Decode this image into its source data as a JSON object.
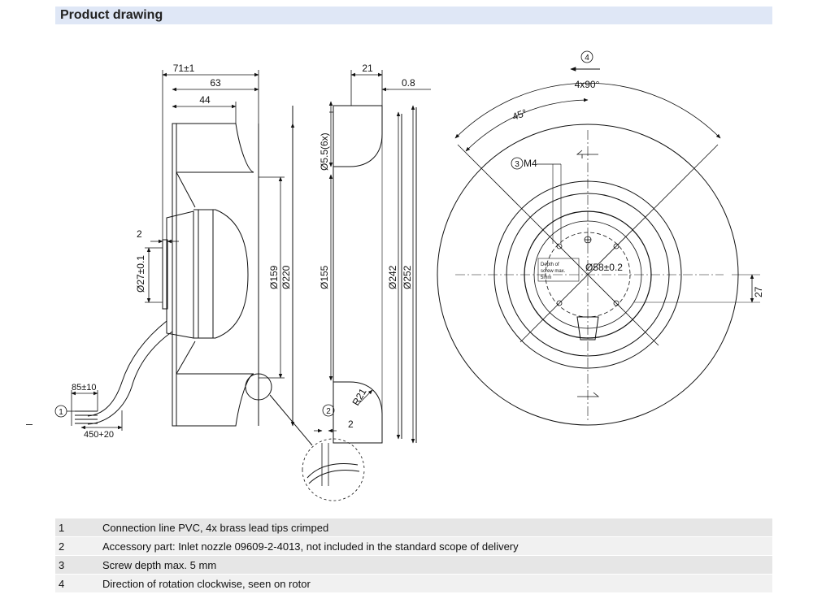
{
  "header": {
    "title": "Product drawing"
  },
  "dimensions": {
    "overall_length": "71±1",
    "length_63": "63",
    "length_44": "44",
    "dim_2_left": "2",
    "shaft_diameter": "Ø27±0.1",
    "dia_159": "Ø159",
    "dia_220": "Ø220",
    "cable_85": "85±10",
    "cable_450": "450+20",
    "width_21": "21",
    "thickness_08": "0.8",
    "hole_dia": "Ø5.5(6x)",
    "dia_155": "Ø155",
    "dia_242": "Ø242",
    "dia_252": "Ø252",
    "radius_21": "R21",
    "dim_2_detail": "2",
    "angle_4x90": "4x90°",
    "angle_45": "45°",
    "thread_m4": "M4",
    "dia_58": "Ø58±0.2",
    "offset_27": "27",
    "screw_note_1": "Depth of",
    "screw_note_2": "screw max.",
    "screw_note_3": "5mm"
  },
  "callouts": [
    "1",
    "2",
    "3",
    "4"
  ],
  "legend": [
    {
      "num": "1",
      "text": "Connection line PVC, 4x brass lead tips crimped"
    },
    {
      "num": "2",
      "text": "Accessory part: Inlet nozzle 09609-2-4013, not included in the standard scope of delivery"
    },
    {
      "num": "3",
      "text": "Screw depth max. 5 mm"
    },
    {
      "num": "4",
      "text": "Direction of rotation clockwise, seen on rotor"
    }
  ]
}
